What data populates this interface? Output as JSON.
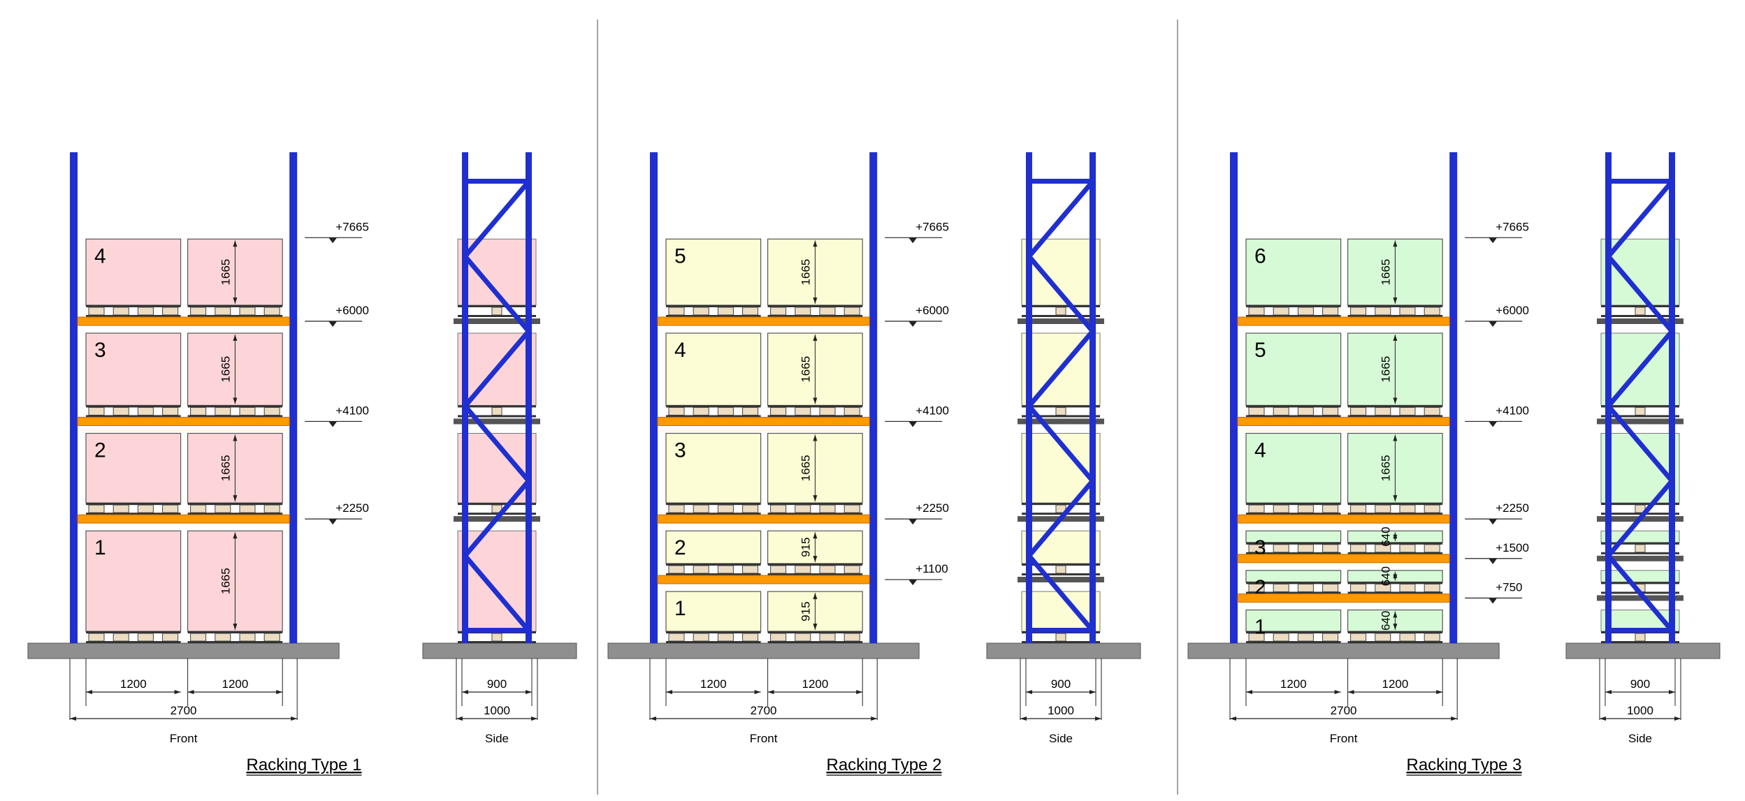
{
  "colors": {
    "upright": "#1f2fd0",
    "beam": "#ff9900",
    "beam_edge": "#c46e00",
    "floor": "#8f8f8f",
    "pallet": "#ecdcc2",
    "line": "#222222"
  },
  "views": {
    "front": "Front",
    "side": "Side"
  },
  "racks": [
    {
      "title": "Racking Type 1",
      "fill": "#fdd5d8",
      "dims": {
        "pallet_w": "1200",
        "total_w": "2700",
        "side_inner": "900",
        "side_outer": "1000"
      },
      "levels": [
        {
          "number": "1",
          "height_label": "1665"
        },
        {
          "number": "2",
          "height_label": "1665",
          "elevation": "+2250"
        },
        {
          "number": "3",
          "height_label": "1665",
          "elevation": "+4100"
        },
        {
          "number": "4",
          "height_label": "1665",
          "elevation": "+6000"
        }
      ],
      "top_elevation": "+7665"
    },
    {
      "title": "Racking Type 2",
      "fill": "#fdfdd5",
      "dims": {
        "pallet_w": "1200",
        "total_w": "2700",
        "side_inner": "900",
        "side_outer": "1000"
      },
      "levels": [
        {
          "number": "1",
          "height_label": "915"
        },
        {
          "number": "2",
          "height_label": "915",
          "elevation": "+1100"
        },
        {
          "number": "3",
          "height_label": "1665",
          "elevation": "+2250"
        },
        {
          "number": "4",
          "height_label": "1665",
          "elevation": "+4100"
        },
        {
          "number": "5",
          "height_label": "1665",
          "elevation": "+6000"
        }
      ],
      "top_elevation": "+7665"
    },
    {
      "title": "Racking Type 3",
      "fill": "#d6fad6",
      "dims": {
        "pallet_w": "1200",
        "total_w": "2700",
        "side_inner": "900",
        "side_outer": "1000"
      },
      "levels": [
        {
          "number": "1",
          "height_label": "640"
        },
        {
          "number": "2",
          "height_label": "640",
          "elevation": "+750"
        },
        {
          "number": "3",
          "height_label": "640",
          "elevation": "+1500"
        },
        {
          "number": "4",
          "height_label": "1665",
          "elevation": "+2250"
        },
        {
          "number": "5",
          "height_label": "1665",
          "elevation": "+4100"
        },
        {
          "number": "6",
          "height_label": "1665",
          "elevation": "+6000"
        }
      ],
      "top_elevation": "+7665"
    }
  ]
}
